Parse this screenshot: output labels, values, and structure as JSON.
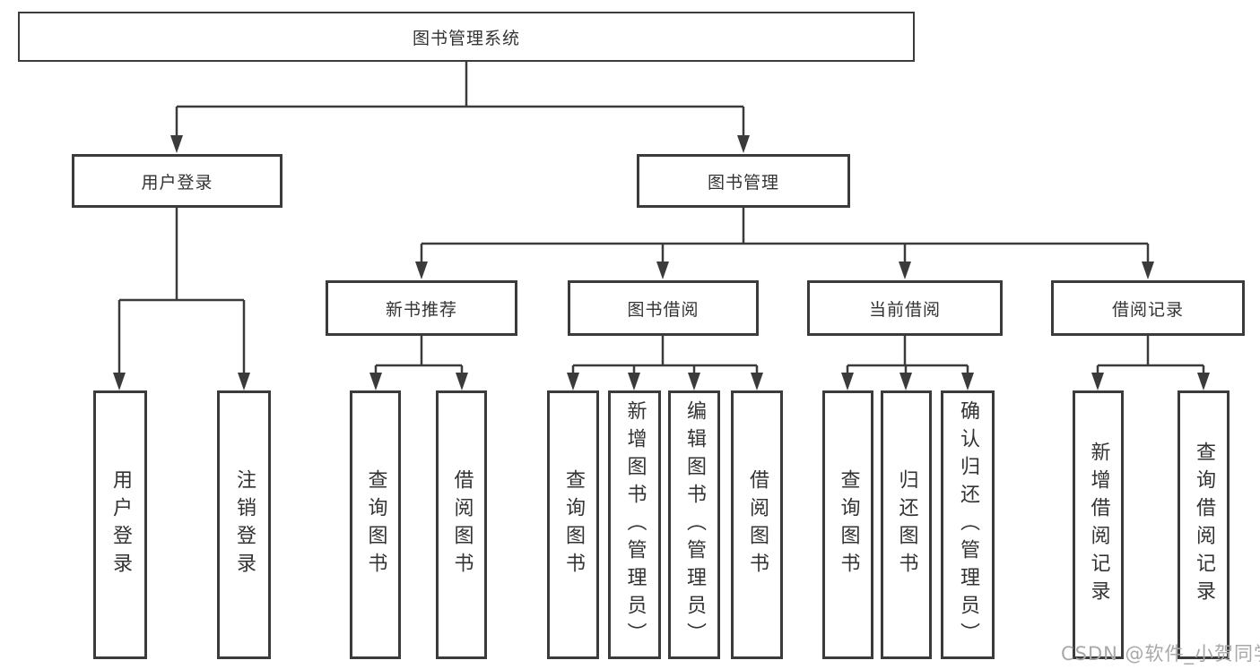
{
  "colors": {
    "line": "#3b3b3b",
    "text": "#333333",
    "background": "#ffffff",
    "watermark": "#a8a8a8"
  },
  "tree": {
    "root": "图书管理系统",
    "branches": [
      {
        "label": "用户登录",
        "children": [
          "用户登录",
          "注销登录"
        ]
      },
      {
        "label": "图书管理",
        "groups": [
          {
            "label": "新书推荐",
            "children": [
              "查询图书",
              "借阅图书"
            ]
          },
          {
            "label": "图书借阅",
            "children": [
              "查询图书",
              "新增图书（管理员）",
              "编辑图书（管理员）",
              "借阅图书"
            ]
          },
          {
            "label": "当前借阅",
            "children": [
              "查询图书",
              "归还图书",
              "确认归还（管理员）"
            ]
          },
          {
            "label": "借阅记录",
            "children": [
              "新增借阅记录",
              "查询借阅记录"
            ]
          }
        ]
      }
    ]
  },
  "watermark": {
    "text": "CSDN @软件_小贺同学"
  }
}
